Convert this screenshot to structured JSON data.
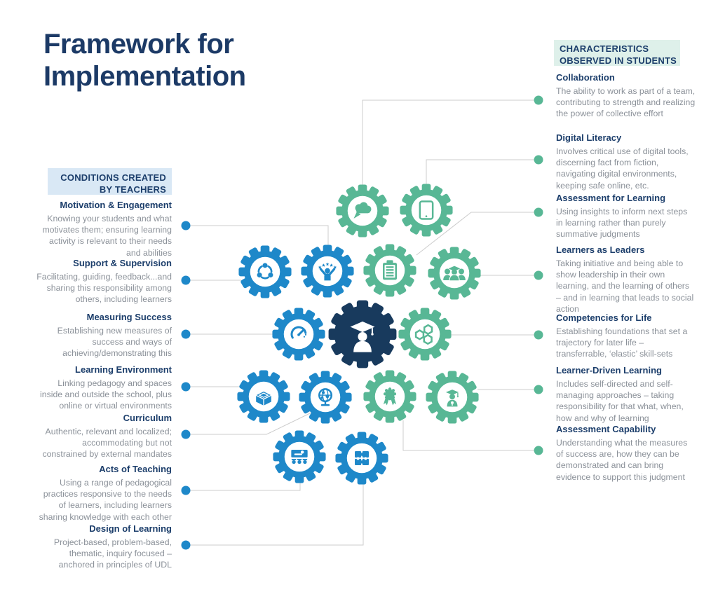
{
  "title": "Framework for Implementation",
  "left_panel": {
    "header": "CONDITIONS CREATED BY TEACHERS",
    "items": [
      {
        "title": "Motivation & Engagement",
        "desc": "Knowing your students and what motivates them; ensuring learning activity is relevant to their needs and abilities"
      },
      {
        "title": "Support & Supervision",
        "desc": "Facilitating, guiding, feedback...and sharing this responsibility among others, including learners"
      },
      {
        "title": "Measuring Success",
        "desc": "Establishing new measures of success and ways of achieving/demonstrating this"
      },
      {
        "title": "Learning Environment",
        "desc": "Linking pedagogy and spaces inside and outside the school, plus online or virtual environments"
      },
      {
        "title": "Curriculum",
        "desc": "Authentic, relevant and localized; accommodating but not constrained by external mandates"
      },
      {
        "title": "Acts of Teaching",
        "desc": "Using a range of pedagogical practices responsive to the needs of learners, including learners sharing knowledge with each other"
      },
      {
        "title": "Design of Learning",
        "desc": "Project-based, problem-based, thematic, inquiry focused – anchored in principles of UDL"
      }
    ]
  },
  "right_panel": {
    "header": "CHARACTERISTICS OBSERVED IN STUDENTS",
    "items": [
      {
        "title": "Collaboration",
        "desc": "The ability to work as part of a team, contributing to strength and realizing the power of collective effort"
      },
      {
        "title": "Digital Literacy",
        "desc": "Involves critical use of digital tools, discerning fact from fiction, navigating digital environments, keeping safe online, etc."
      },
      {
        "title": "Assessment for Learning",
        "desc": "Using insights to inform next steps in learning rather than purely summative judgments"
      },
      {
        "title": "Learners as Leaders",
        "desc": "Taking initiative and being able to show leadership in their own learning, and the learning of others – and in learning that leads to social action"
      },
      {
        "title": "Competencies for Life",
        "desc": "Establishing foundations that set a trajectory for later life – transferrable, ‘elastic’ skill-sets"
      },
      {
        "title": "Learner-Driven Learning",
        "desc": "Includes self-directed and self-managing approaches – taking responsibility for that what, when, how and why of learning"
      },
      {
        "title": "Assessment Capability",
        "desc": "Understanding what the measures of success are, how they can be demonstrated and can bring evidence to support this judgment"
      }
    ]
  },
  "gears": [
    {
      "icon": "chat-bubbles-icon",
      "color": "green",
      "concept": "Collaboration"
    },
    {
      "icon": "tablet-icon",
      "color": "green",
      "concept": "Digital Literacy"
    },
    {
      "icon": "people-cycle-icon",
      "color": "blue",
      "concept": "Support & Supervision"
    },
    {
      "icon": "person-stars-icon",
      "color": "blue",
      "concept": "Motivation & Engagement"
    },
    {
      "icon": "clipboard-icon",
      "color": "green",
      "concept": "Assessment for Learning"
    },
    {
      "icon": "graduate-group-icon",
      "color": "green",
      "concept": "Learners as Leaders"
    },
    {
      "icon": "gauge-icon",
      "color": "blue",
      "concept": "Measuring Success"
    },
    {
      "icon": "graduate-person-icon",
      "color": "navy",
      "concept": "Learner (center)"
    },
    {
      "icon": "hexagons-icon",
      "color": "green",
      "concept": "Competencies for Life"
    },
    {
      "icon": "open-box-icon",
      "color": "blue",
      "concept": "Learning Environment"
    },
    {
      "icon": "globe-icon",
      "color": "blue",
      "concept": "Curriculum"
    },
    {
      "icon": "ribbon-medal-icon",
      "color": "green",
      "concept": "Assessment Capability"
    },
    {
      "icon": "graduate-student-icon",
      "color": "green",
      "concept": "Learner-Driven Learning"
    },
    {
      "icon": "teacher-board-icon",
      "color": "blue",
      "concept": "Acts of Teaching"
    },
    {
      "icon": "puzzle-icon",
      "color": "blue",
      "concept": "Design of Learning"
    }
  ],
  "colors": {
    "blue": "#1e88c9",
    "green": "#58b795",
    "navy": "#183a5d",
    "title": "#1c3a66",
    "heading": "#1c3e6b",
    "body_text": "#8b9199",
    "line": "#cccccc",
    "left_band_bg": "#d9e8f5",
    "right_band_bg": "#def0ea"
  }
}
